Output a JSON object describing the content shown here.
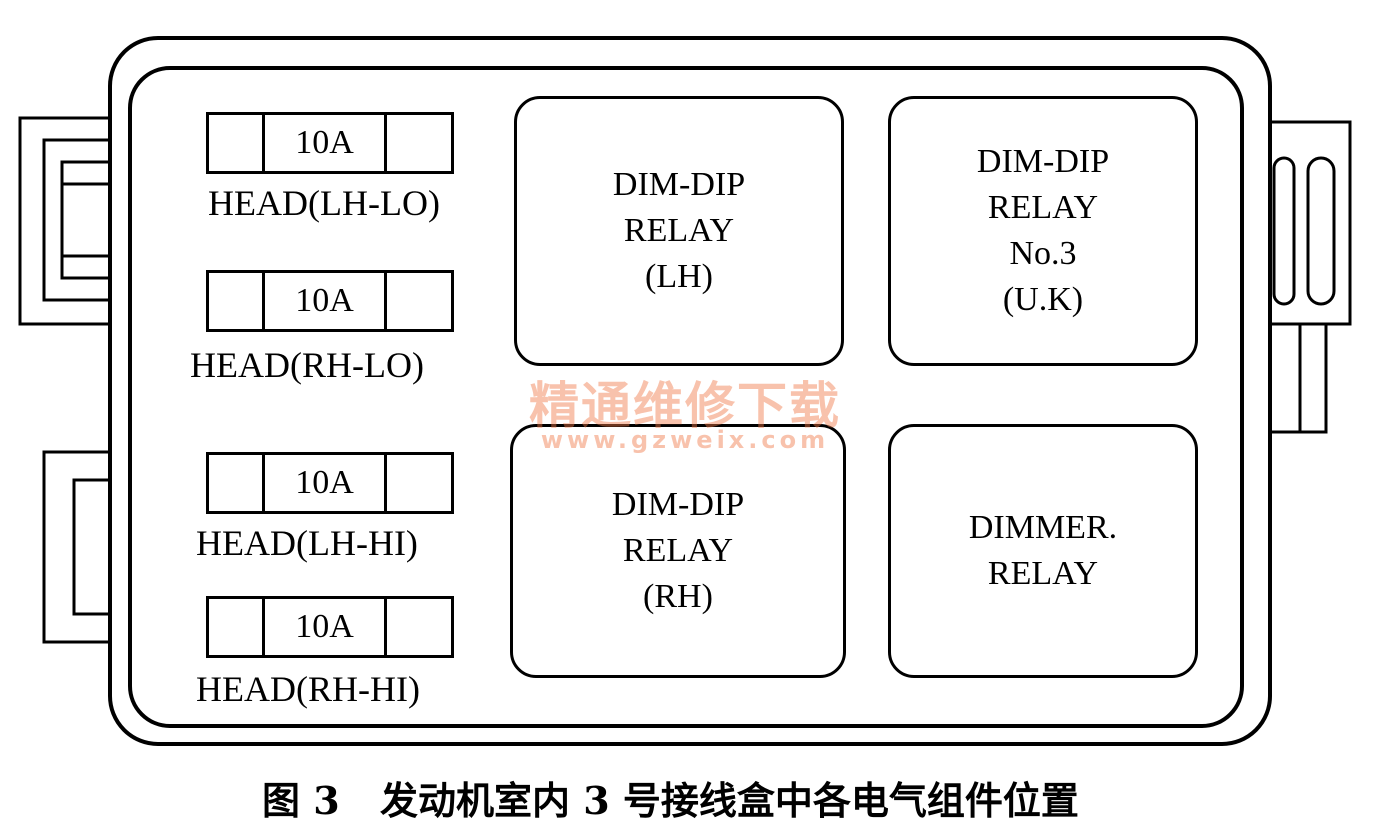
{
  "fuses": [
    {
      "rating": "10A",
      "label": "HEAD(LH-LO)"
    },
    {
      "rating": "10A",
      "label": "HEAD(RH-LO)"
    },
    {
      "rating": "10A",
      "label": "HEAD(LH-HI)"
    },
    {
      "rating": "10A",
      "label": "HEAD(RH-HI)"
    }
  ],
  "relays": {
    "dim_dip_lh": [
      "DIM-DIP",
      "RELAY",
      "(LH)"
    ],
    "dim_dip_no3": [
      "DIM-DIP",
      "RELAY",
      "No.3",
      "(U.K)"
    ],
    "dim_dip_rh": [
      "DIM-DIP",
      "RELAY",
      "(RH)"
    ],
    "dimmer": [
      "DIMMER.",
      "RELAY"
    ]
  },
  "watermark": {
    "line1": "精通维修下载",
    "line2": "www.gzweix.com"
  },
  "caption": {
    "figure": "图 3",
    "text": "发动机室内 3 号接线盒中各电气组件位置"
  }
}
